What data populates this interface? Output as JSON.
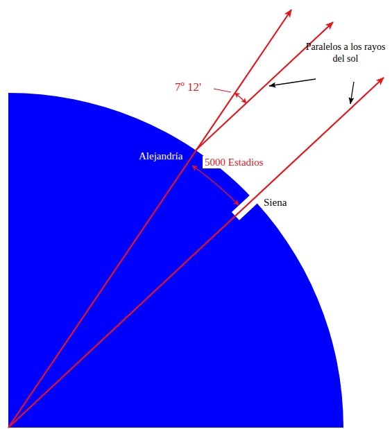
{
  "diagram": {
    "labels": [
      "7º 12'",
      "Alejandría",
      "5000 Estadios",
      "Siena",
      "Paralelos a los rayos del sol"
    ]
  }
}
